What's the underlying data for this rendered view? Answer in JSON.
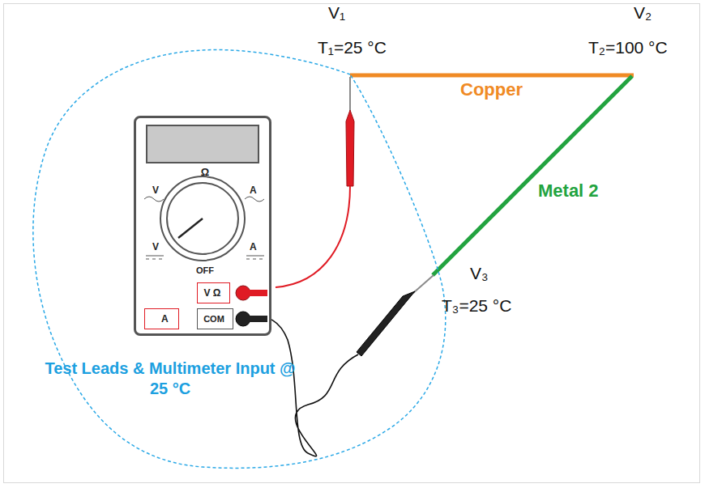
{
  "diagram": {
    "nodes": [
      {
        "text": [
          "Test Leads & Multimeter Input @ 25 °C"
        ]
      },
      {
        "text": [
          "Ω",
          "V",
          "A",
          "V",
          "A",
          "OFF"
        ],
        "in": 0
      },
      {
        "text": [
          "V Ω"
        ],
        "in": 1
      },
      {
        "text": [
          "COM"
        ],
        "in": 1
      },
      {
        "text": [
          "A"
        ],
        "in": 1
      }
    ],
    "labels": [
      "V₁",
      "T₁=25 °C",
      "V₂",
      "T₂=100 °C",
      "Copper",
      "Metal 2",
      "V₃",
      "T₃=25 °C"
    ]
  }
}
